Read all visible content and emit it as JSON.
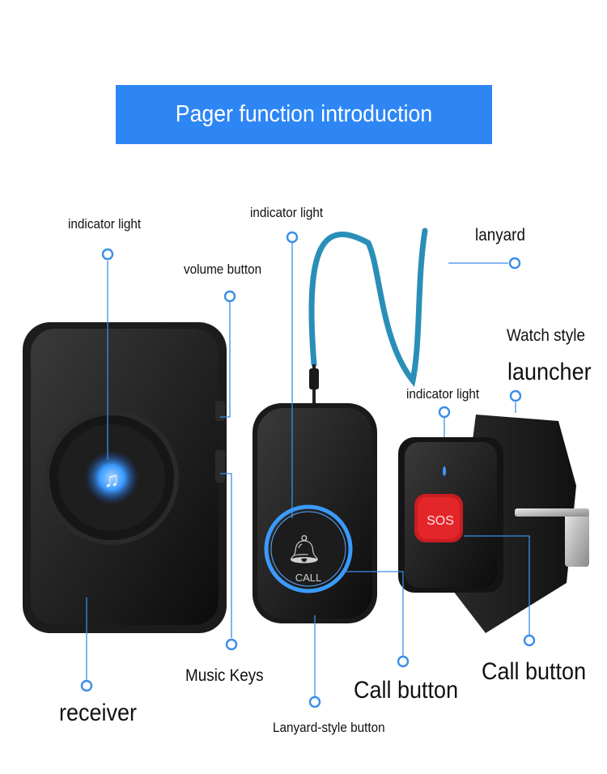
{
  "banner": {
    "title": "Pager function introduction"
  },
  "labels": {
    "receiver_indicator": "indicator light",
    "volume_button": "volume button",
    "music_keys": "Music Keys",
    "receiver": "receiver",
    "lanyard_indicator": "indicator light",
    "lanyard": "lanyard",
    "lanyard_call_button": "Call button",
    "lanyard_style_button": "Lanyard-style button",
    "watch_style": "Watch style",
    "launcher": "launcher",
    "watch_indicator": "indicator light",
    "watch_call_button": "Call button"
  },
  "device_text": {
    "call": "CALL",
    "sos": "SOS"
  },
  "icons": [
    "music-note-icon",
    "bell-icon"
  ],
  "colors": {
    "banner": "#2e86f5",
    "callout": "#3b8fe6",
    "lanyard": "#2a8fb8",
    "sos": "#e3262a",
    "glow": "#3a9bff"
  }
}
